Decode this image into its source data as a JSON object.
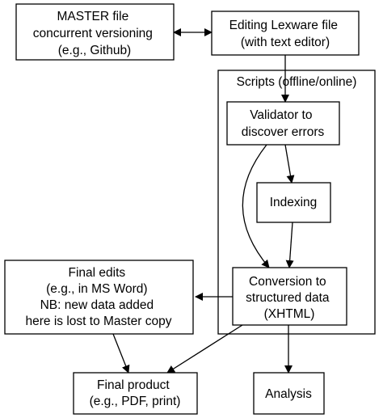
{
  "diagram": {
    "nodes": {
      "master": {
        "lines": [
          "MASTER file",
          "concurrent versioning",
          "(e.g., Github)"
        ]
      },
      "editing": {
        "lines": [
          "Editing Lexware file",
          "(with text editor)"
        ]
      },
      "scripts": {
        "label": "Scripts (offline/online)"
      },
      "validator": {
        "lines": [
          "Validator to",
          "discover errors"
        ]
      },
      "indexing": {
        "lines": [
          "Indexing"
        ]
      },
      "conversion": {
        "lines": [
          "Conversion to",
          "structured data",
          "(XHTML)"
        ]
      },
      "final_edits": {
        "lines": [
          "Final edits",
          "(e.g., in MS Word)",
          "NB: new data added",
          "here is lost to Master copy"
        ]
      },
      "final_product": {
        "lines": [
          "Final product",
          "(e.g., PDF, print)"
        ]
      },
      "analysis": {
        "lines": [
          "Analysis"
        ]
      }
    },
    "edges": [
      {
        "from": "master",
        "to": "editing",
        "bidirectional": true
      },
      {
        "from": "editing",
        "to": "validator"
      },
      {
        "from": "validator",
        "to": "indexing"
      },
      {
        "from": "validator",
        "to": "conversion"
      },
      {
        "from": "indexing",
        "to": "conversion"
      },
      {
        "from": "conversion",
        "to": "final_edits"
      },
      {
        "from": "conversion",
        "to": "final_product"
      },
      {
        "from": "conversion",
        "to": "analysis"
      },
      {
        "from": "final_edits",
        "to": "final_product"
      }
    ]
  }
}
